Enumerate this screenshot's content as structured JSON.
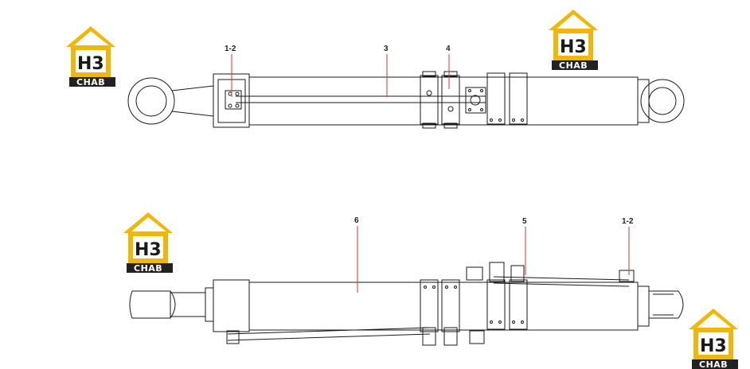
{
  "logo": {
    "mark": "H3",
    "sub": "CHAB",
    "colors": {
      "yellow": "#f2b705",
      "dark": "#222222",
      "light": "#ffffff"
    }
  },
  "callouts": {
    "top": [
      "1-2",
      "3",
      "4"
    ],
    "bottom": [
      "6",
      "5",
      "1-2"
    ]
  },
  "colors": {
    "line": "#1a1a1a",
    "leader": "#d6333a"
  }
}
